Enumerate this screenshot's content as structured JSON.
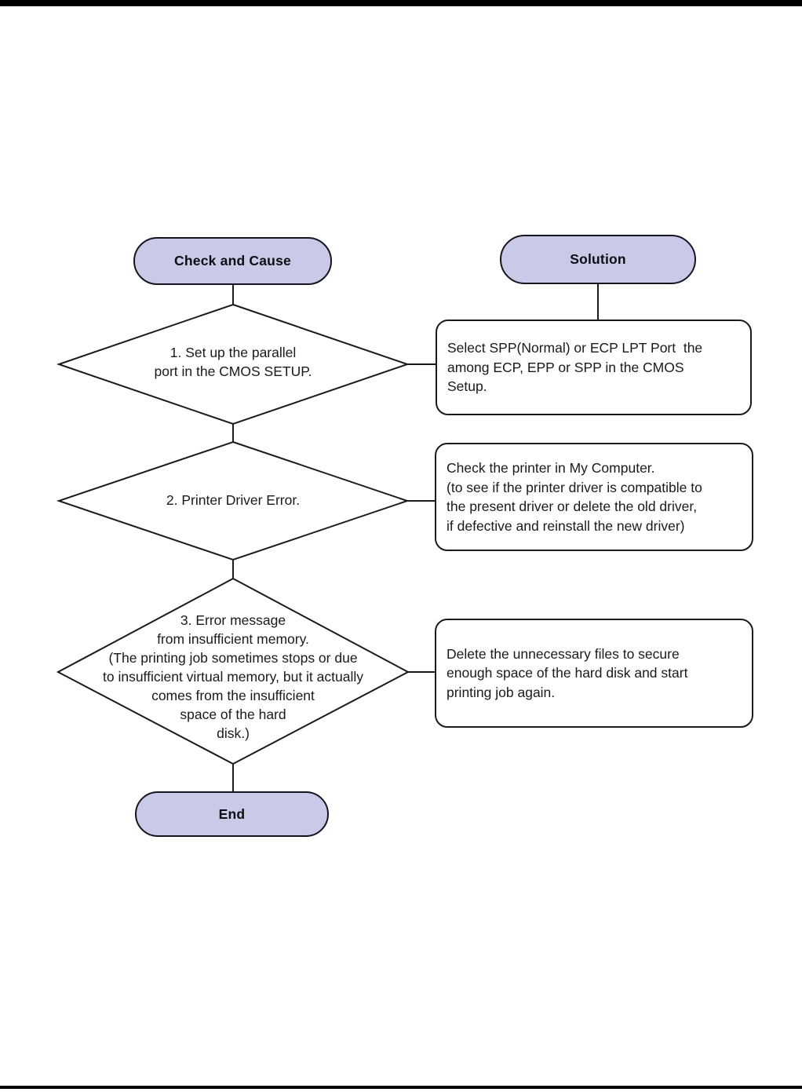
{
  "page": {
    "background": "#ffffff",
    "top_rule_color": "#000000",
    "bottom_rule_color": "#000000"
  },
  "flowchart": {
    "style": {
      "node_fill": "#c9c9e8",
      "node_border": "#15151f",
      "line_color": "#1a1a1a"
    },
    "headers": {
      "check_and_cause": "Check and Cause",
      "solution": "Solution"
    },
    "causes": [
      {
        "label": "1. Set up the parallel\nport in the CMOS SETUP."
      },
      {
        "label": "2. Printer Driver Error."
      },
      {
        "label": "3. Error message\nfrom insufficient memory.\n(The printing job sometimes stops or due\nto insufficient virtual memory, but it actually\ncomes from the insufficient\nspace of the hard\ndisk.)"
      }
    ],
    "solutions": [
      {
        "text": "Select SPP(Normal) or ECP LPT Port  the\namong ECP, EPP or SPP in the CMOS\nSetup."
      },
      {
        "text": "Check the printer in My Computer.\n(to see if the printer driver is compatible to\nthe present driver or delete the old driver,\nif defective and reinstall the new driver)"
      },
      {
        "text": "Delete the unnecessary files to secure\nenough space of the hard disk and start\nprinting job again."
      }
    ],
    "terminator": {
      "end_label": "End"
    }
  }
}
